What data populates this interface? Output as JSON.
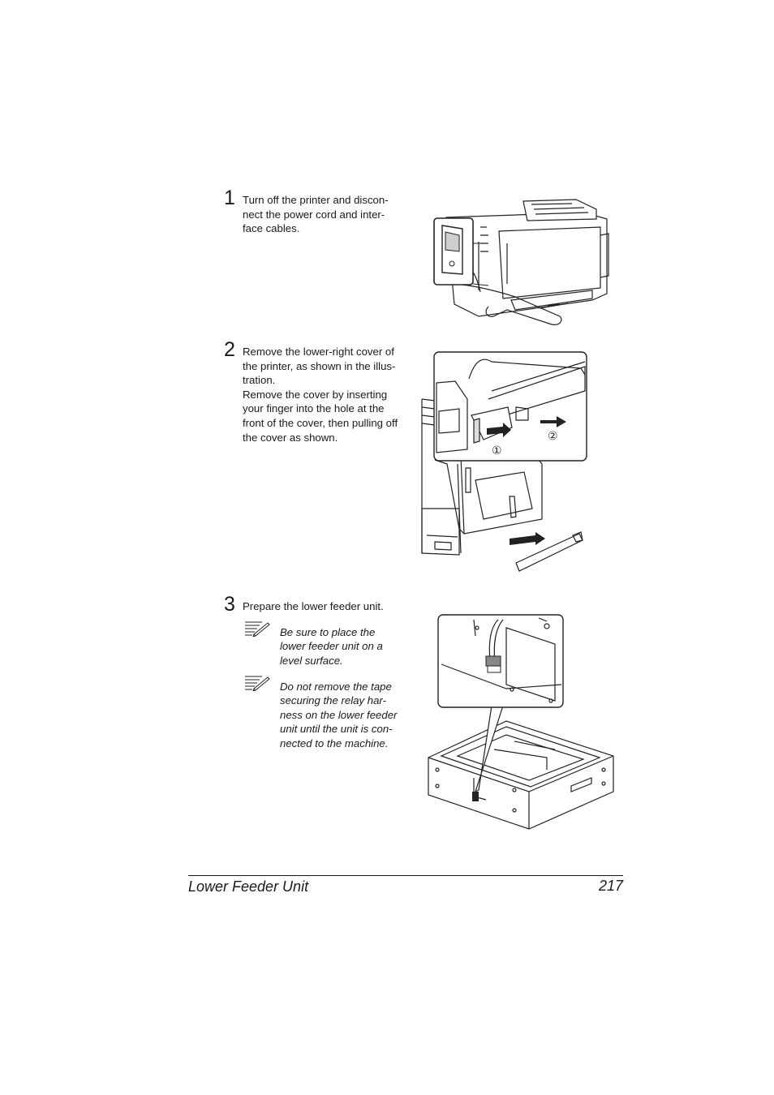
{
  "steps": [
    {
      "number": "1",
      "text": "Turn off the printer and discon-\nnect the power cord and inter-\nface cables."
    },
    {
      "number": "2",
      "text": "Remove the lower-right cover of\nthe printer, as shown in the illus-\ntration.\nRemove the cover by inserting\nyour finger into the hole at the\nfront of the cover, then pulling off\nthe cover as shown."
    },
    {
      "number": "3",
      "text": "Prepare the lower feeder unit."
    }
  ],
  "notes": [
    {
      "text": "Be sure to place the\nlower feeder unit on a\nlevel surface."
    },
    {
      "text": "Do not remove the tape\nsecuring the relay har-\nness on the lower feeder\nunit until the unit is con-\nnected to the machine."
    }
  ],
  "illustration_markers": {
    "first": "①",
    "second": "②"
  },
  "icons": {
    "note": "note-pencil-icon",
    "power_switch": "power-switch-icon"
  },
  "footer": {
    "title": "Lower Feeder Unit",
    "page": "217"
  }
}
